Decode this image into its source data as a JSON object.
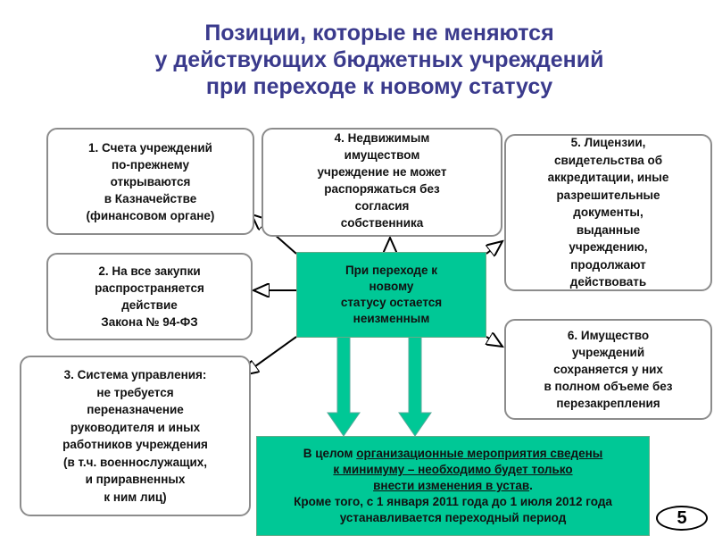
{
  "title": [
    "Позиции, которые не меняются",
    "у действующих бюджетных учреждений",
    "при переходе к новому статусу"
  ],
  "center": [
    "При переходе к",
    "новому",
    "статусу остается",
    "неизменным"
  ],
  "boxes": {
    "b1": [
      "1. Счета учреждений",
      "по-прежнему",
      "открываются",
      "в Казначействе",
      "(финансовом органе)"
    ],
    "b2": [
      "2. На все закупки",
      "распространяется",
      "действие",
      "Закона № 94-ФЗ"
    ],
    "b3": [
      "3. Система управления:",
      "не требуется",
      "переназначение",
      "руководителя и иных",
      "работников учреждения",
      "(в т.ч. военнослужащих,",
      "и приравненных",
      "к ним лиц)"
    ],
    "b4": [
      "4. Недвижимым",
      "имуществом",
      "учреждение не может",
      "распоряжаться без",
      "согласия",
      "собственника"
    ],
    "b5": [
      "5. Лицензии,",
      "свидетельства об",
      "аккредитации, иные",
      "разрешительные",
      "документы,",
      "выданные",
      "учреждению,",
      "продолжают",
      "действовать"
    ],
    "b6": [
      "6. Имущество",
      "учреждений",
      "сохраняется у них",
      "в полном объеме без",
      "перезакрепления"
    ]
  },
  "bottom": {
    "l1_pre": "В целом ",
    "l1_u": "организационные мероприятия сведены",
    "l2": "к минимуму – необходимо будет только",
    "l3_u": "внести изменения в устав",
    "l3_post": ".",
    "l4": "Кроме того, с 1 января 2011 года до 1 июля 2012 года",
    "l5": "устанавливается переходный период"
  },
  "colors": {
    "green": "#00c896",
    "title": "#3a3a8c"
  },
  "page_number": "5"
}
